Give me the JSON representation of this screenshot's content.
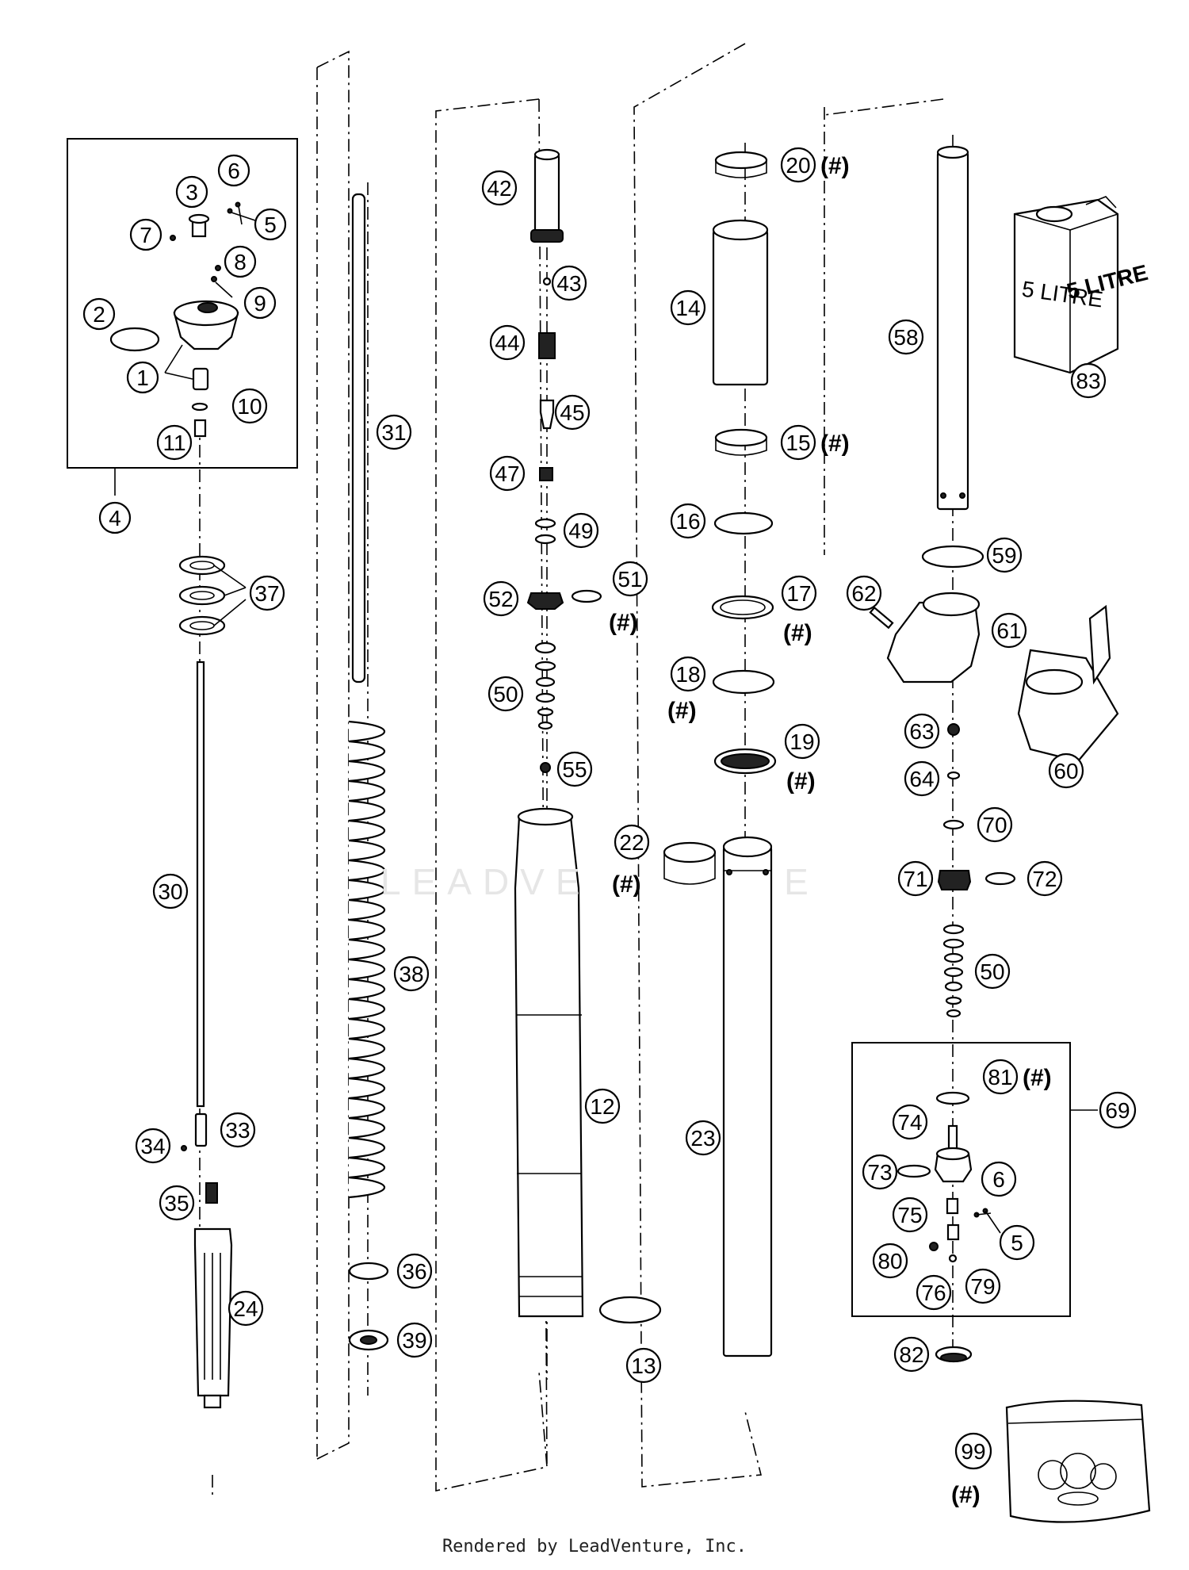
{
  "watermark": {
    "left": "LEADVE",
    "right": "E"
  },
  "footer": "Rendered by LeadVenture, Inc.",
  "oil_can": {
    "label_left": "5 LITRE",
    "label_right": "5 LITRE"
  },
  "hash_mark": "(#)",
  "callouts": {
    "c1": "1",
    "c2": "2",
    "c3": "3",
    "c4": "4",
    "c5": "5",
    "c6": "6",
    "c7": "7",
    "c8": "8",
    "c9": "9",
    "c10": "10",
    "c11": "11",
    "c12": "12",
    "c13": "13",
    "c14": "14",
    "c15": "15",
    "c16": "16",
    "c17": "17",
    "c18": "18",
    "c19": "19",
    "c20": "20",
    "c22": "22",
    "c23": "23",
    "c24": "24",
    "c30": "30",
    "c31": "31",
    "c33": "33",
    "c34": "34",
    "c35": "35",
    "c36": "36",
    "c37": "37",
    "c38": "38",
    "c39": "39",
    "c42": "42",
    "c43": "43",
    "c44": "44",
    "c45": "45",
    "c47": "47",
    "c49": "49",
    "c50a": "50",
    "c50b": "50",
    "c51": "51",
    "c52": "52",
    "c55": "55",
    "c58": "58",
    "c59": "59",
    "c60": "60",
    "c61": "61",
    "c62": "62",
    "c63": "63",
    "c64": "64",
    "c69": "69",
    "c70": "70",
    "c71": "71",
    "c72": "72",
    "c73": "73",
    "c74": "74",
    "c75": "75",
    "c76": "76",
    "c79": "79",
    "c80": "80",
    "c81": "81",
    "c82": "82",
    "c83": "83",
    "c99": "99",
    "c5b": "5",
    "c6b": "6"
  }
}
